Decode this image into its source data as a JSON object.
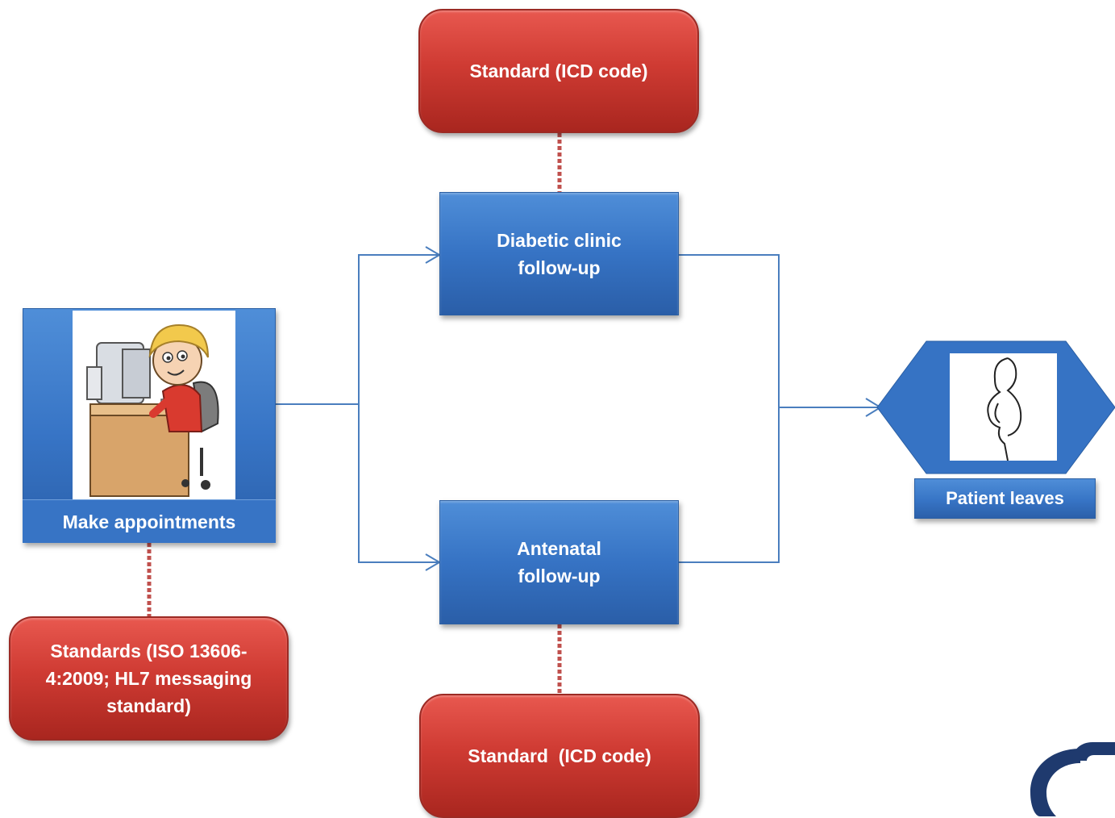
{
  "nodes": {
    "standard_top": "Standard (ICD code)",
    "diabetic": "Diabetic clinic follow-up",
    "antenatal": "Antenatal follow-up",
    "standard_bottom": "Standard  (ICD code)",
    "make_appointments": "Make appointments",
    "standards_left": "Standards (ISO 13606-4:2009; HL7 messaging standard)",
    "patient_leaves": "Patient leaves"
  },
  "colors": {
    "standard_red": "#cf3b33",
    "process_blue": "#3673c4",
    "connector_blue": "#4a7ebe",
    "dotted_red": "#c0504d",
    "logo_navy": "#1f3a6e"
  },
  "icons": {
    "receptionist": "receptionist-at-computer-illustration",
    "patient": "pregnant-woman-outline-illustration",
    "logo": "partial-logo"
  }
}
